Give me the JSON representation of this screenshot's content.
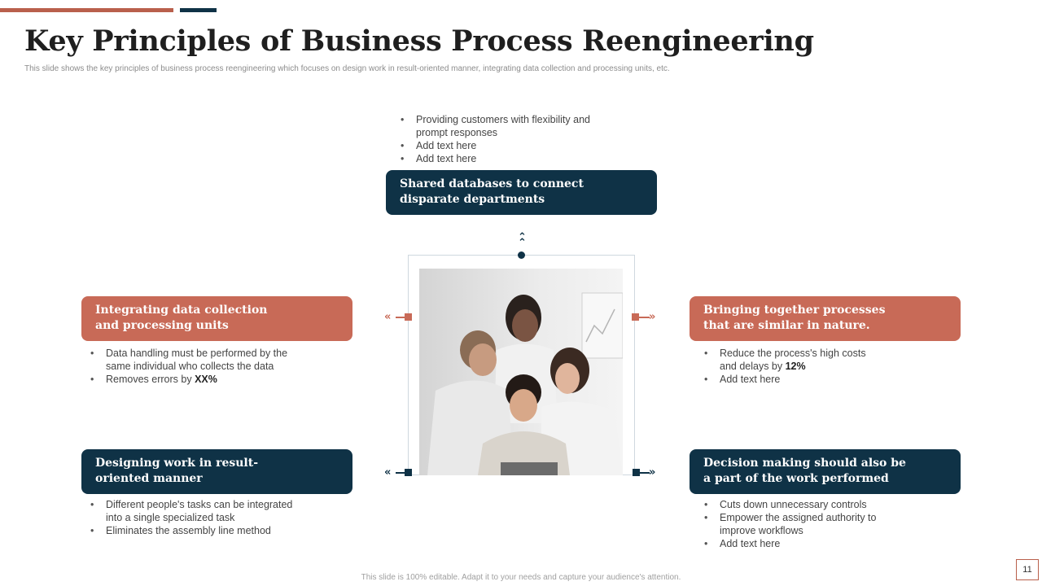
{
  "slide": {
    "title": "Key Principles of Business Process Reengineering",
    "subtitle": "This slide shows the key principles of business process reengineering which focuses on design work in result-oriented manner, integrating data collection and processing units, etc.",
    "footer": "This slide is 100% editable. Adapt it to your needs and capture your audience's attention.",
    "page_number": "11"
  },
  "colors": {
    "navy": "#0f3246",
    "terracotta": "#c86a57",
    "accent_red": "#b9604c"
  },
  "center_image": {
    "icon": "team-meeting-photo"
  },
  "principles": {
    "top": {
      "heading": [
        "Shared databases to connect",
        "disparate departments"
      ],
      "bullets": [
        "Providing  customers with flexibility and",
        "prompt  responses",
        "Add text here",
        "Add text here"
      ]
    },
    "left_top": {
      "heading": [
        "Integrating data collection",
        "and processing units"
      ],
      "bullets": [
        "Data handling must be performed  by the",
        "same individual  who collects the data",
        "Removes  errors by "
      ],
      "bold": "XX%"
    },
    "right_top": {
      "heading": [
        "Bringing together processes",
        "that are similar in nature."
      ],
      "bullets": [
        "Reduce the process's high costs",
        "and delays by ",
        "Add text here"
      ],
      "bold": "12%"
    },
    "left_bottom": {
      "heading": [
        "Designing work in result-",
        "oriented manner"
      ],
      "bullets": [
        "Different  people's tasks can be integrated",
        "into a single specialized task",
        "Eliminates the assembly line method"
      ]
    },
    "right_bottom": {
      "heading": [
        "Decision making should also be",
        "a part of the work performed"
      ],
      "bullets": [
        "Cuts down unnecessary controls",
        "Empower the assigned authority to",
        "improve  workflows",
        "Add text here"
      ]
    }
  }
}
